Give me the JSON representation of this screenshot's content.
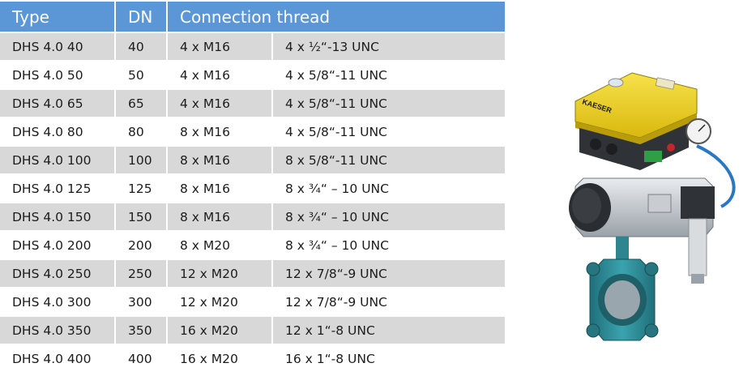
{
  "table": {
    "headers": {
      "type": "Type",
      "dn": "DN",
      "connection": "Connection thread"
    },
    "rows": [
      {
        "type": "DHS 4.0 40",
        "dn": "40",
        "metric": "4 x M16",
        "unc": "4 x ½“-13 UNC"
      },
      {
        "type": "DHS 4.0 50",
        "dn": "50",
        "metric": "4 x M16",
        "unc": "4 x 5/8“-11 UNC"
      },
      {
        "type": "DHS 4.0 65",
        "dn": "65",
        "metric": "4 x M16",
        "unc": "4 x 5/8“-11 UNC"
      },
      {
        "type": "DHS 4.0 80",
        "dn": "80",
        "metric": "8 x M16",
        "unc": "4 x 5/8“-11 UNC"
      },
      {
        "type": "DHS 4.0 100",
        "dn": "100",
        "metric": "8 x M16",
        "unc": "8 x 5/8“-11 UNC"
      },
      {
        "type": "DHS 4.0 125",
        "dn": "125",
        "metric": "8 x M16",
        "unc": "8 x ¾“ – 10 UNC"
      },
      {
        "type": "DHS 4.0 150",
        "dn": "150",
        "metric": "8 x M16",
        "unc": "8 x ¾“ – 10 UNC"
      },
      {
        "type": "DHS 4.0 200",
        "dn": "200",
        "metric": "8 x M20",
        "unc": "8 x ¾“ – 10 UNC"
      },
      {
        "type": "DHS 4.0 250",
        "dn": "250",
        "metric": "12 x M20",
        "unc": "12 x 7/8“-9 UNC"
      },
      {
        "type": "DHS 4.0 300",
        "dn": "300",
        "metric": "12 x M20",
        "unc": "12 x 7/8“-9 UNC"
      },
      {
        "type": "DHS 4.0 350",
        "dn": "350",
        "metric": "16 x M20",
        "unc": "12 x 1“-8 UNC"
      },
      {
        "type": "DHS 4.0 400",
        "dn": "400",
        "metric": "16 x M20",
        "unc": "16 x 1“-8 UNC"
      }
    ]
  },
  "image": {
    "brand_text": "KAESER"
  },
  "colors": {
    "header_bg": "#5b97d7",
    "row_shade": "#d8d8d8",
    "valve_yellow": "#f2d21a",
    "valve_body": "#2f8f9c",
    "actuator_dark": "#2a2d31"
  }
}
